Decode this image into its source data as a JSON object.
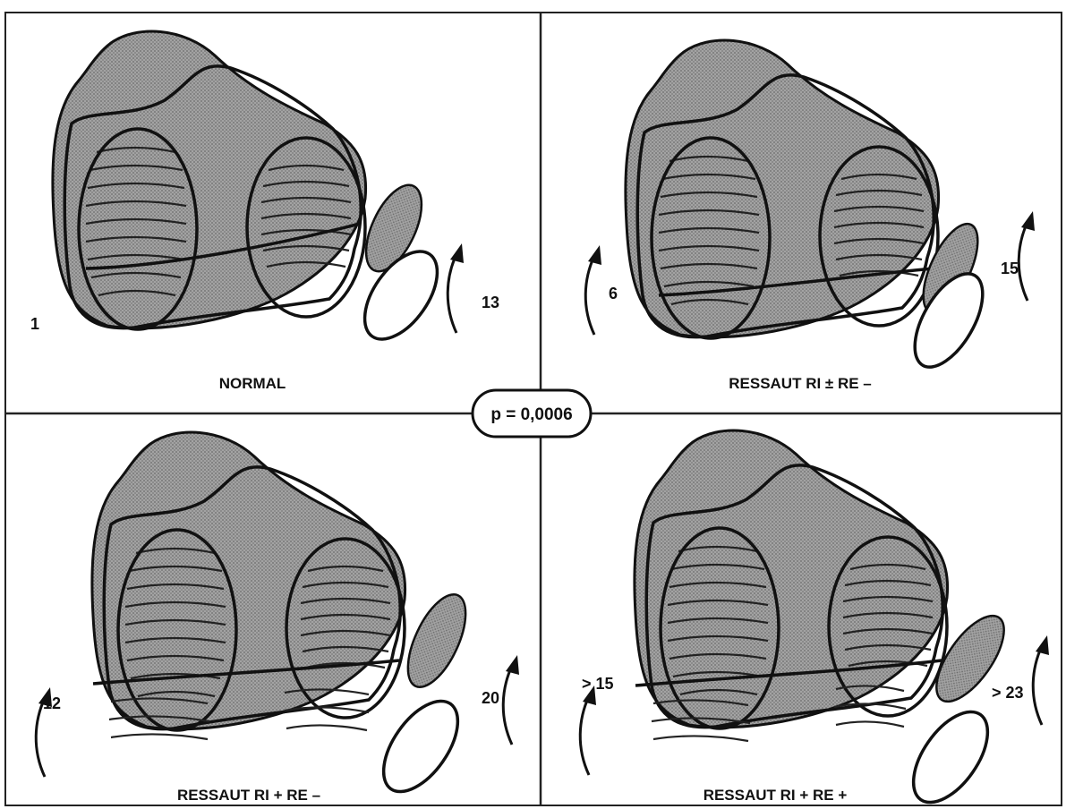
{
  "colors": {
    "ink": "#111111",
    "shading": "#9a9a9a",
    "background": "#ffffff"
  },
  "stat": {
    "p_value": "p = 0,0006"
  },
  "panels": [
    {
      "caption": "NORMAL",
      "left_value": "1",
      "right_value": "13"
    },
    {
      "caption": "RESSAUT RI ± RE –",
      "left_value": "6",
      "right_value": "15"
    },
    {
      "caption": "RESSAUT RI + RE –",
      "left_value": "12",
      "right_value": "20"
    },
    {
      "caption": "RESSAUT RI + RE +",
      "left_value": "> 15",
      "right_value": "> 23"
    }
  ]
}
